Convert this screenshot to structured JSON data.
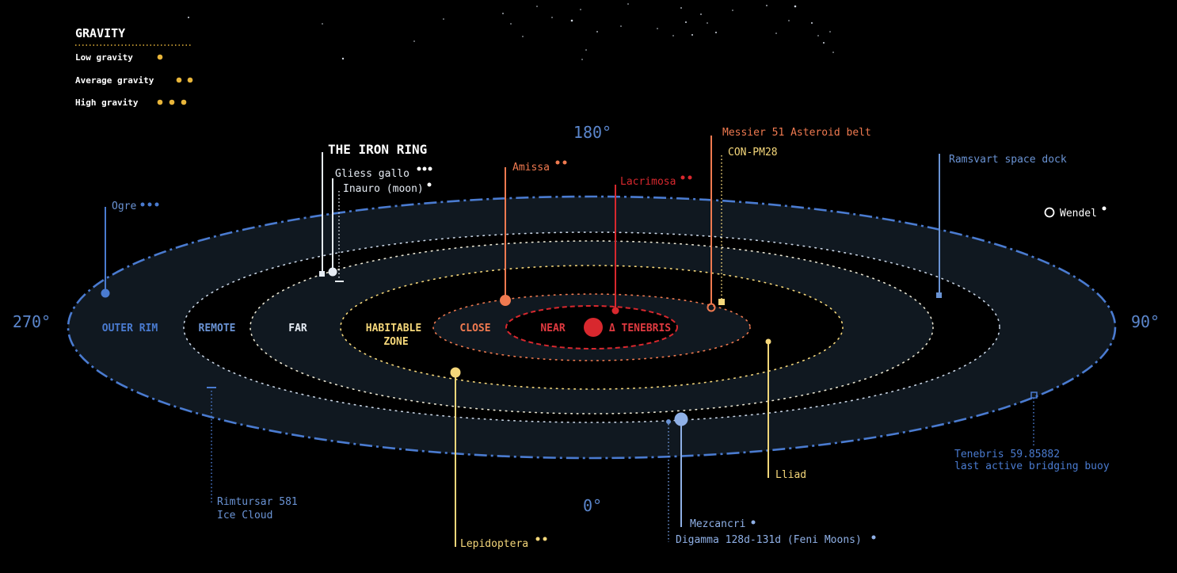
{
  "legend": {
    "title": "GRAVITY",
    "items": [
      {
        "label": "Low gravity",
        "dots": 1
      },
      {
        "label": "Average gravity",
        "dots": 2
      },
      {
        "label": "High gravity",
        "dots": 3
      }
    ]
  },
  "directions": {
    "top": "180°",
    "left": "270°",
    "right": "90°",
    "bottom": "0°"
  },
  "zones": {
    "outer_rim": "OUTER RIM",
    "remote": "REMOTE",
    "far": "FAR",
    "habitable_1": "HABITABLE",
    "habitable_2": "ZONE",
    "close": "CLOSE",
    "near": "NEAR",
    "star": "Δ TENEBRIS"
  },
  "objects": {
    "iron_ring": "THE IRON RING",
    "gliess": "Gliess gallo",
    "inauro": "Inauro (moon)",
    "ogre": "Ogre",
    "amissa": "Amissa",
    "lacrimosa": "Lacrimosa",
    "messier": "Messier 51 Asteroid belt",
    "conpm": "CON-PM28",
    "ramsvart": "Ramsvart space dock",
    "wendel": "Wendel",
    "lliad": "Lliad",
    "tenebris_buoy_1": "Tenebris 59.85882",
    "tenebris_buoy_2": "last active bridging buoy",
    "rimtursar_1": "Rimtursar 581",
    "rimtursar_2": "Ice Cloud",
    "lepidoptera": "Lepidoptera",
    "mezcancri": "Mezcancri",
    "digamma": "Digamma 128d-131d (Feni Moons)"
  },
  "colors": {
    "background": "#000000",
    "zone_fill": "#101820",
    "outer_ring": "#4a7bd0",
    "blue_label": "#6a93d4",
    "white_label": "#e6ecf4",
    "yellow": "#f5d77a",
    "gold_dot": "#e8b53a",
    "orange": "#f07a50",
    "red": "#d8282e"
  }
}
